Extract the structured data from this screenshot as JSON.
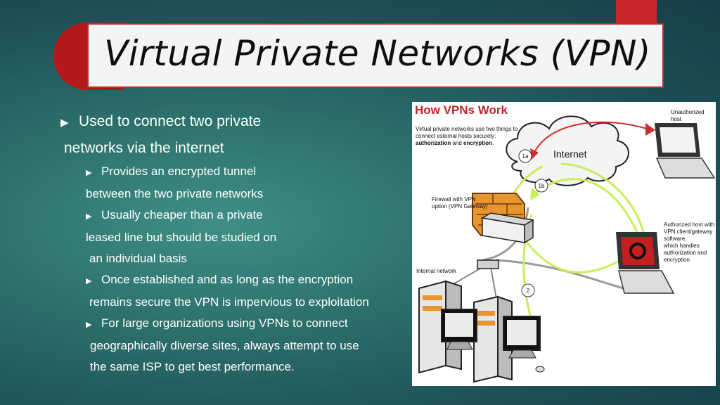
{
  "slide": {
    "title": "Virtual Private Networks (VPN)",
    "colors": {
      "accent": "#c8282a",
      "background": "#2c6f6b",
      "text": "#ffffff"
    },
    "bullets": {
      "b1": {
        "line1": "Used to connect two private",
        "line2": "networks via the internet"
      },
      "s1": {
        "line1": "Provides an encrypted tunnel",
        "line2": "between the two private networks"
      },
      "s2": {
        "line1": "Usually cheaper than a private",
        "line2": "leased line but should be studied on",
        "line3": "an individual basis"
      },
      "s3": {
        "line1": "Once established and as long as the encryption",
        "line2": "remains secure the VPN is impervious to exploitation"
      },
      "s4": {
        "line1": "For large organizations using VPNs to connect",
        "line2": "geographically diverse sites, always attempt to use",
        "line3": "the same ISP to get best performance."
      }
    }
  },
  "diagram": {
    "title": "How VPNs Work",
    "intro": {
      "text": "Virtual private networks use two things to connect external hosts securely:",
      "term1": "authorization",
      "joiner": "and",
      "term2": "encryption",
      "end": "."
    },
    "labels": {
      "unauthorized": "Unauthorized host",
      "internet": "Internet",
      "firewall_line1": "Firewall with VPN",
      "firewall_line2": "option (VPN Gateway)",
      "authorized_line1": "Authorized host with",
      "authorized_line2": "VPN client/gateway",
      "authorized_line3": "software,",
      "authorized_line4": "which handles",
      "authorized_line5": "authorization and",
      "authorized_line6": "encryption",
      "internal": "Internal network",
      "step_1a": "1a",
      "step_1b": "1b",
      "step_2": "2"
    },
    "icons": [
      "cloud-icon",
      "laptop-icon",
      "firewall-icon",
      "router-icon",
      "server-icon",
      "monitor-icon",
      "mouse-icon"
    ],
    "colors": {
      "title": "#c2262b",
      "denied_path": "#d02d2d",
      "vpn_path": "#c9ee5c"
    }
  }
}
